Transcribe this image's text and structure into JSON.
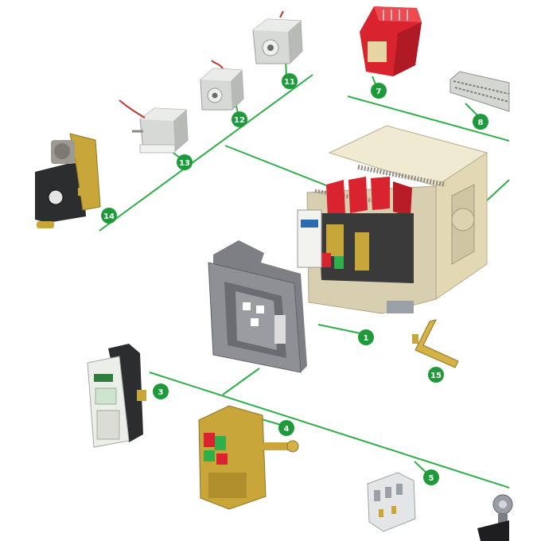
{
  "diagram": {
    "colors": {
      "connector": "#2fae4a",
      "badge": "#1e9a3a",
      "badge_text": "#ffffff",
      "breaker_body": "#e9e1c4",
      "breaker_dark": "#3a3a3a",
      "red_part": "#d9232e",
      "grey_frame": "#7d7f85",
      "motor_grey": "#d7d9d6",
      "brass": "#c9a63a"
    },
    "components": [
      {
        "id": "1",
        "label": "1",
        "name": "circuit breaker main body",
        "icon": "breaker-icon"
      },
      {
        "id": "3",
        "label": "3",
        "name": "controller unit",
        "icon": "controller-icon"
      },
      {
        "id": "4",
        "label": "4",
        "name": "mechanical interlock",
        "icon": "interlock-icon"
      },
      {
        "id": "5",
        "label": "5",
        "name": "terminal block",
        "icon": "terminal-icon"
      },
      {
        "id": "6",
        "label": "",
        "name": "handle (partially visible)",
        "icon": "handle-icon"
      },
      {
        "id": "7",
        "label": "7",
        "name": "red terminal cover",
        "icon": "terminal-cover-icon"
      },
      {
        "id": "8",
        "label": "8",
        "name": "terminal strip",
        "icon": "terminal-strip-icon"
      },
      {
        "id": "11",
        "label": "11",
        "name": "release coil",
        "icon": "coil-icon"
      },
      {
        "id": "12",
        "label": "12",
        "name": "release coil",
        "icon": "coil-icon"
      },
      {
        "id": "13",
        "label": "13",
        "name": "undervoltage release",
        "icon": "release-icon"
      },
      {
        "id": "14",
        "label": "14",
        "name": "motor operating mechanism",
        "icon": "motor-mechanism-icon"
      },
      {
        "id": "15",
        "label": "15",
        "name": "crank handle",
        "icon": "crank-icon"
      },
      {
        "id": "2",
        "label": "",
        "name": "door frame",
        "icon": "door-frame-icon"
      }
    ]
  }
}
